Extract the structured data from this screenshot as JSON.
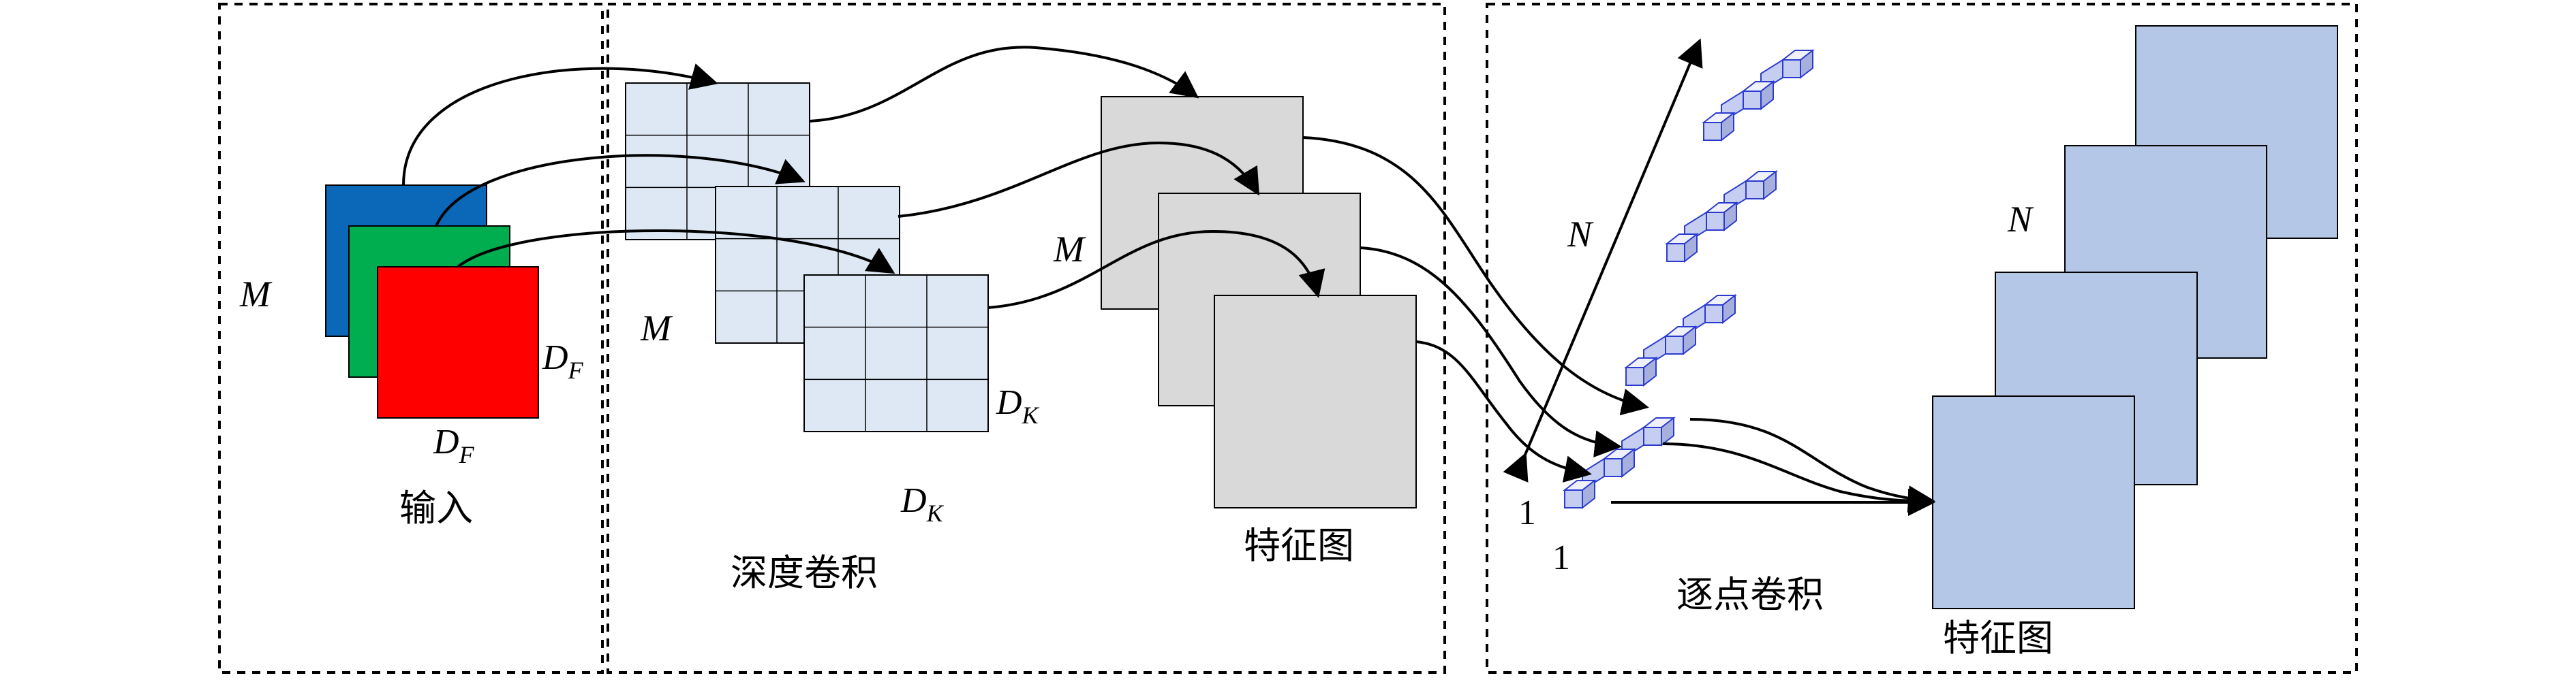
{
  "panels": {
    "input": {
      "caption": "输入",
      "depth_label": "M",
      "width_label": "F",
      "height_label": "F",
      "channel_colors": [
        "#0b68b8",
        "#00ae4f",
        "#ff0000"
      ]
    },
    "depthwise": {
      "caption": "深度卷积",
      "depth_label": "M",
      "kernel_width_label": "K",
      "kernel_height_label": "K",
      "kernel_color": "#dde8f4",
      "kernel_grid": "3x3"
    },
    "depthwise_maps": {
      "caption": "特征图",
      "depth_label": "M",
      "map_color": "#d9d9d9"
    },
    "pointwise": {
      "caption": "逐点卷积",
      "count_label": "N",
      "size_label_1": "1",
      "size_label_2": "1",
      "kernel_color": "#c5cdf0"
    },
    "output": {
      "caption": "特征图",
      "depth_label": "N",
      "map_color": "#b4c7e7"
    }
  },
  "symbols": {
    "D": "D"
  }
}
